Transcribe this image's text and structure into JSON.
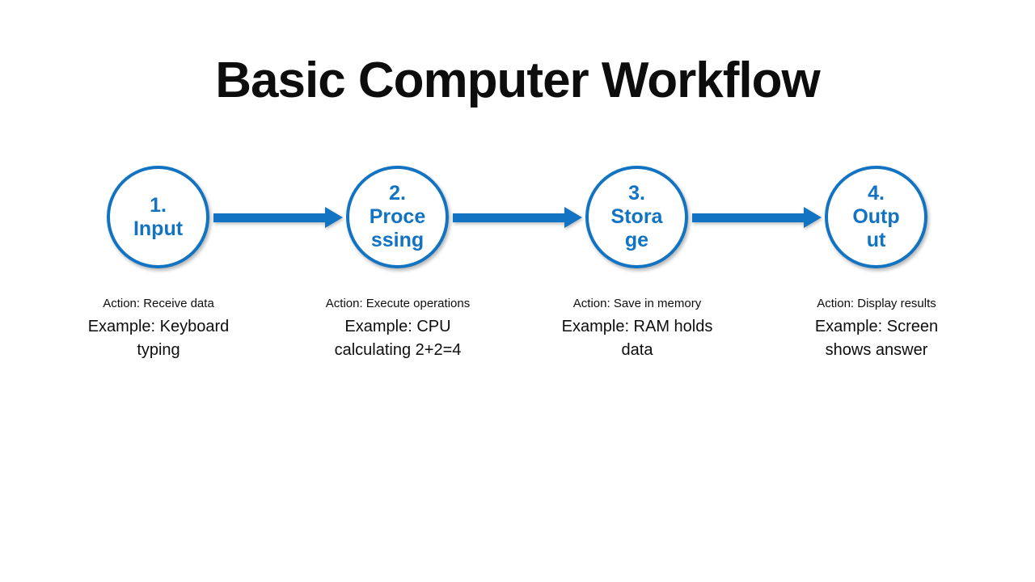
{
  "title": "Basic Computer Workflow",
  "accent_color": "#1273C2",
  "steps": [
    {
      "number": "1",
      "name": "Input",
      "circle_text": "1.\nInput",
      "action": "Action: Receive data",
      "example": "Example: Keyboard\ntyping"
    },
    {
      "number": "2",
      "name": "Processing",
      "circle_text": "2.\nProce\nssing",
      "action": "Action: Execute operations",
      "example": "Example: CPU\ncalculating 2+2=4"
    },
    {
      "number": "3",
      "name": "Storage",
      "circle_text": "3.\nStora\nge",
      "action": "Action: Save in memory",
      "example": "Example: RAM holds\ndata"
    },
    {
      "number": "4",
      "name": "Output",
      "circle_text": "4.\nOutp\nut",
      "action": "Action: Display results",
      "example": "Example: Screen\nshows answer"
    }
  ]
}
